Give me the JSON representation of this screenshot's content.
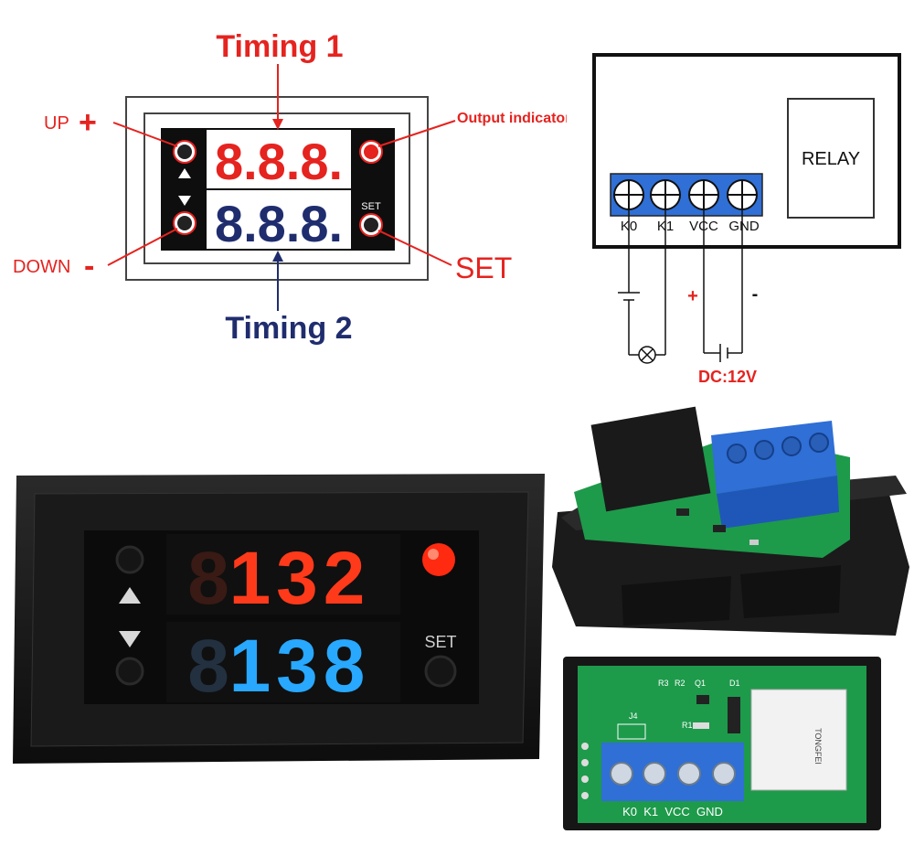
{
  "diagram": {
    "title_timing1": "Timing 1",
    "title_timing2": "Timing 2",
    "label_up": "UP",
    "label_up_symbol": "+",
    "label_down": "DOWN",
    "label_down_symbol": "-",
    "label_output": "Output indicator",
    "label_set": "SET",
    "panel_set": "SET",
    "digits_top": "8.8.8.",
    "digits_bottom": "8.8.8."
  },
  "wiring": {
    "relay_label": "RELAY",
    "terminals": [
      "K0",
      "K1",
      "VCC",
      "GND"
    ],
    "plus": "+",
    "minus": "-",
    "supply": "DC:12V"
  },
  "photo_front": {
    "display_top": "132",
    "display_bottom": "138",
    "set_label": "SET"
  },
  "photo_back": {
    "terminals_label": "K0  K1  VCC  GND",
    "relay_text": "TONGFEI",
    "parts": [
      "R3",
      "R2",
      "Q1",
      "D1",
      "J4",
      "R1"
    ]
  },
  "colors": {
    "red": "#e5231f",
    "navy": "#1f2d6e",
    "blue_display": "#28a8ff",
    "terminal_blue": "#2f6fd6",
    "pcb_green": "#1e9a4b"
  }
}
